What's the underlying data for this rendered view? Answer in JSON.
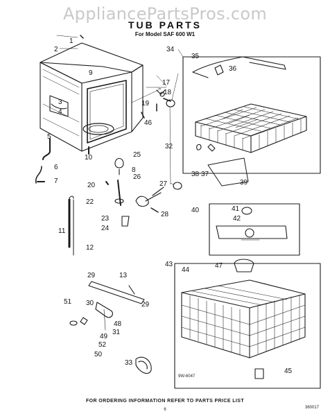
{
  "watermark": "AppliancePartsPros.com",
  "title": "TUB PARTS",
  "subtitle": "For Model SAF 600 W1",
  "footer": "FOR ORDERING INFORMATION REFER TO PARTS PRICE LIST",
  "page_number": "6",
  "doc_code": "360017",
  "drawing_number": "9W-6047",
  "callouts": [
    "1",
    "2",
    "3",
    "4",
    "5",
    "6",
    "7",
    "8",
    "9",
    "10",
    "11",
    "12",
    "13",
    "17",
    "18",
    "19",
    "20",
    "22",
    "23",
    "24",
    "25",
    "26",
    "27",
    "28",
    "29",
    "29",
    "30",
    "31",
    "32",
    "33",
    "34",
    "35",
    "36",
    "37",
    "38",
    "39",
    "40",
    "41",
    "42",
    "43",
    "44",
    "45",
    "46",
    "47",
    "48",
    "49",
    "50",
    "51",
    "52"
  ]
}
